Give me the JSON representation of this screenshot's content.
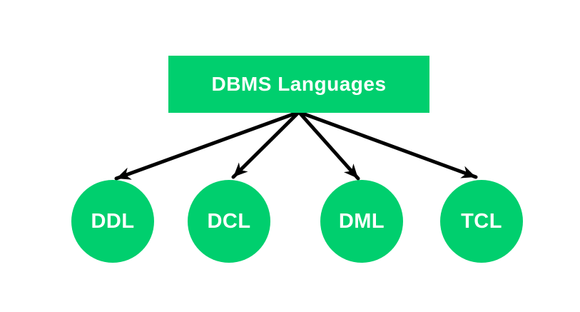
{
  "diagram": {
    "root": {
      "label": "DBMS Languages"
    },
    "children": [
      {
        "label": "DDL"
      },
      {
        "label": "DCL"
      },
      {
        "label": "DML"
      },
      {
        "label": "TCL"
      }
    ],
    "edges": [
      {
        "from": "DBMS Languages",
        "to": "DDL"
      },
      {
        "from": "DBMS Languages",
        "to": "DCL"
      },
      {
        "from": "DBMS Languages",
        "to": "DML"
      },
      {
        "from": "DBMS Languages",
        "to": "TCL"
      }
    ]
  },
  "colors": {
    "node_fill": "#00cf6e",
    "arrow": "#000000",
    "label_text": "#ffffff",
    "background": "#ffffff"
  }
}
